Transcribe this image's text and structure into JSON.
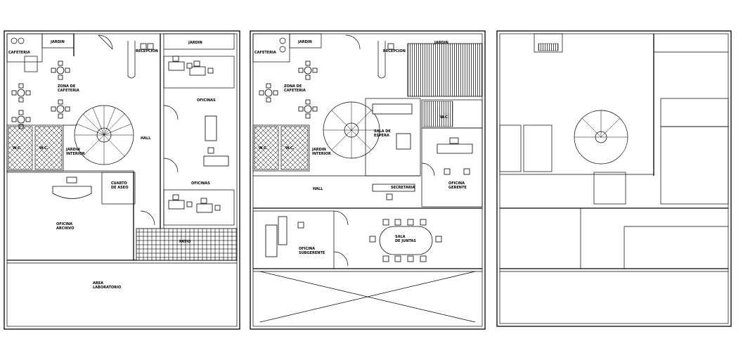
{
  "plans": [
    {
      "id": "plan-1",
      "labels": {
        "cafeteria": "CAFETERIA",
        "jardin_a": "JARDIN",
        "jardin_b": "JARDIN",
        "recepcion": "RECEPCION",
        "zona_cafeteria": "ZONA DE\nCAFETERIA",
        "oficinas_a": "OFICINAS",
        "oficinas_b": "OFICINAS",
        "hall": "HALL",
        "wc_a": "W.C.",
        "wc_b": "W.C.",
        "jardin_interior": "JARDIN\nINTERIOR",
        "cuarto_aseo": "CUARTO\nDE ASEO",
        "oficina_archivo": "OFICINA\nARCHIVO",
        "patio": "PATIO",
        "area_laboratorio": "AREA\nLABORATORIO"
      }
    },
    {
      "id": "plan-2",
      "labels": {
        "cafeteria": "CAFETERIA",
        "jardin_a": "JARDIN",
        "jardin_b": "JARDIN",
        "recepcion": "RECEPCION",
        "zona_cafeteria": "ZONA DE\nCAFETERIA",
        "sala_espera": "SALA DE\nESPERA",
        "wc_a": "W.C.",
        "wc_b": "W.C.",
        "wc_c": "W.C.",
        "jardin_interior": "JARDIN\nINTERIOR",
        "secretaria": "SECRETARIA",
        "oficina_gerente": "OFICINA\nGERENTE",
        "hall": "HALL",
        "oficina_subgerente": "OFICINA\nSUBGERENTE",
        "sala_juntas": "SALA\nDE JUNTAS"
      }
    },
    {
      "id": "plan-3",
      "labels": {}
    }
  ]
}
